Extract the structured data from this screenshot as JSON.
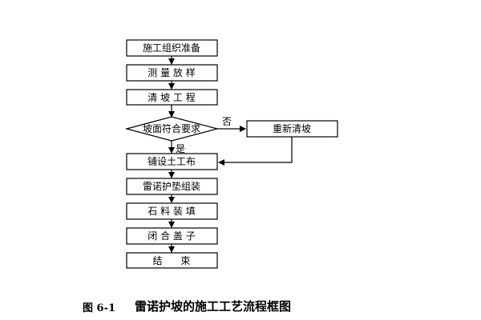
{
  "flow": {
    "step1": "施工组织准备",
    "step2": "测 量 放 样",
    "step3": "清 坡 工 程",
    "decision": "坡面符合要求",
    "rework": "重新清坡",
    "no_label": "否",
    "yes_label": "是",
    "step5": "铺设土工布",
    "step6": "雷诺护垫组装",
    "step7": "石 料 装 填",
    "step8": "闭 合 盖 子",
    "step9": "结      束"
  },
  "caption": {
    "number": "图 6-1",
    "title": "雷诺护坡的施工工艺流程框图"
  }
}
